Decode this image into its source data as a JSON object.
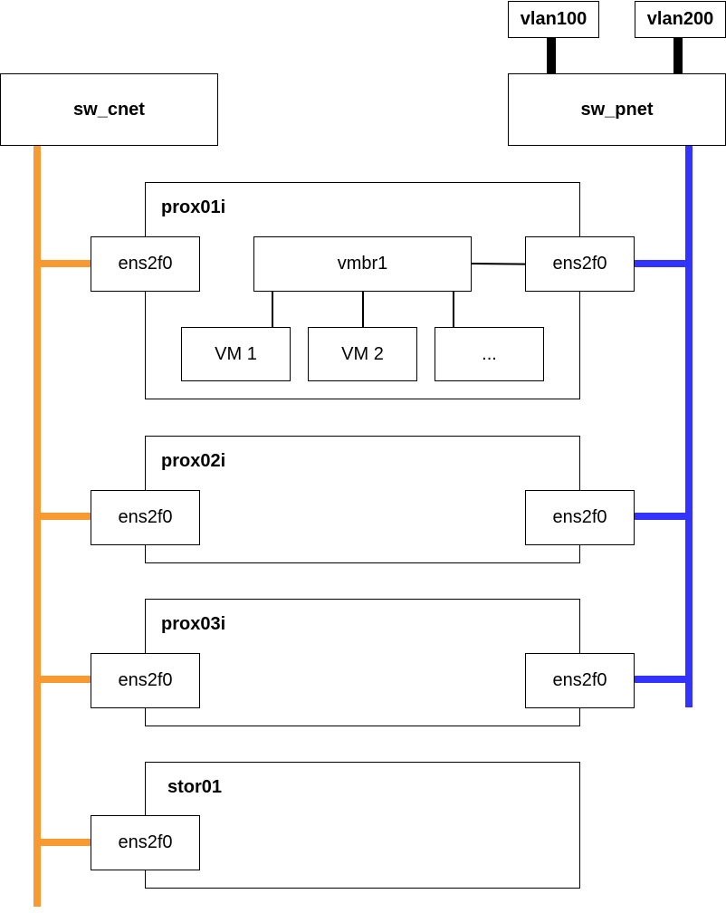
{
  "switches": {
    "cnet": "sw_cnet",
    "pnet": "sw_pnet"
  },
  "vlans": [
    "vlan100",
    "vlan200"
  ],
  "hosts": [
    {
      "name": "prox01i",
      "nic_left": "ens2f0",
      "nic_right": "ens2f0",
      "bridge": "vmbr1",
      "vms": [
        "VM 1",
        "VM 2",
        "..."
      ]
    },
    {
      "name": "prox02i",
      "nic_left": "ens2f0",
      "nic_right": "ens2f0"
    },
    {
      "name": "prox03i",
      "nic_left": "ens2f0",
      "nic_right": "ens2f0"
    },
    {
      "name": "stor01",
      "nic_left": "ens2f0"
    }
  ],
  "colors": {
    "cnet_link": "#f79a32",
    "pnet_link": "#3333ff",
    "trunk": "#000000"
  }
}
